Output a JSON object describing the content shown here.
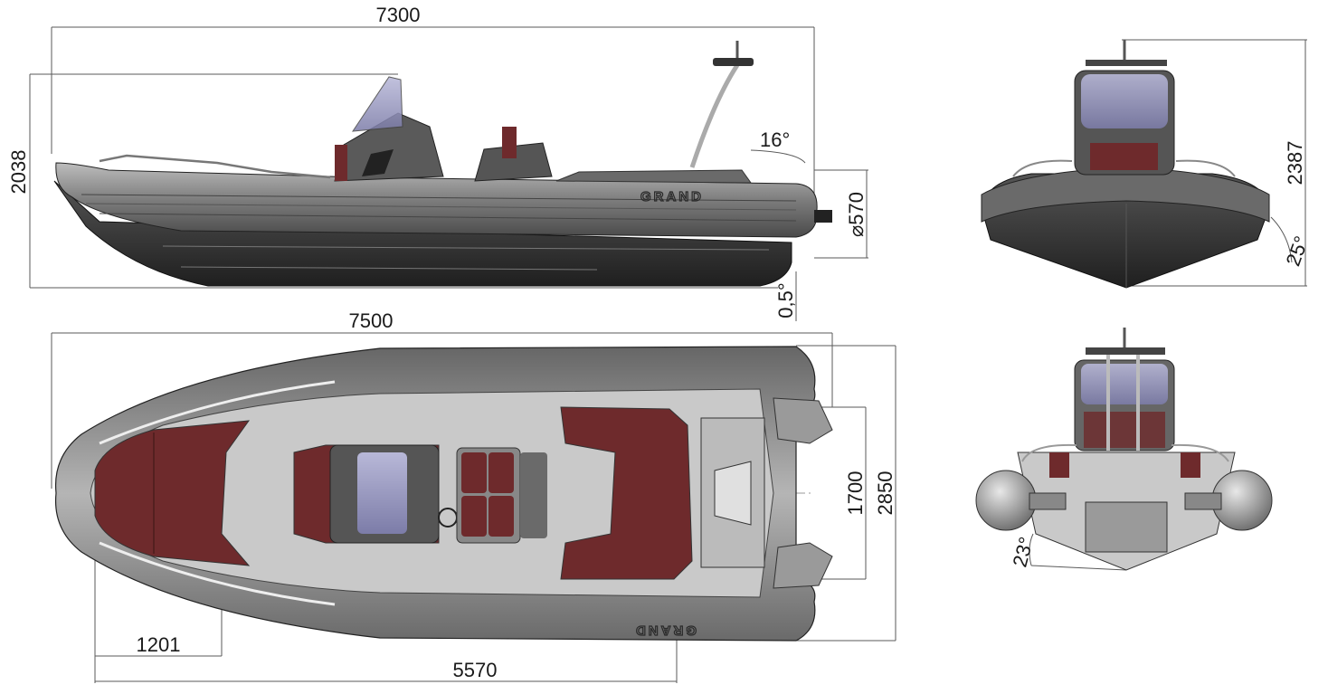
{
  "brand": "GRAND",
  "side_view": {
    "length_label": "7300",
    "height_label": "2038",
    "angle_top_label": "16°",
    "tube_diameter_label": "⌀570",
    "keel_angle_label": "0,5°"
  },
  "top_view": {
    "overall_length_label": "7500",
    "beam_label": "2850",
    "inner_beam_label": "1700",
    "bow_section_label": "1201",
    "deck_length_label": "5570"
  },
  "front_view": {
    "height_label": "2387",
    "deadrise_label": "25°"
  },
  "rear_view": {
    "deadrise_label": "23°"
  },
  "colors": {
    "hull_dark": "#3a3a3a",
    "tube_grey": "#8c8c8c",
    "deck_light": "#c9c9c9",
    "seat_burgundy": "#6e2a2c",
    "windscreen": "#8f8fb6"
  }
}
